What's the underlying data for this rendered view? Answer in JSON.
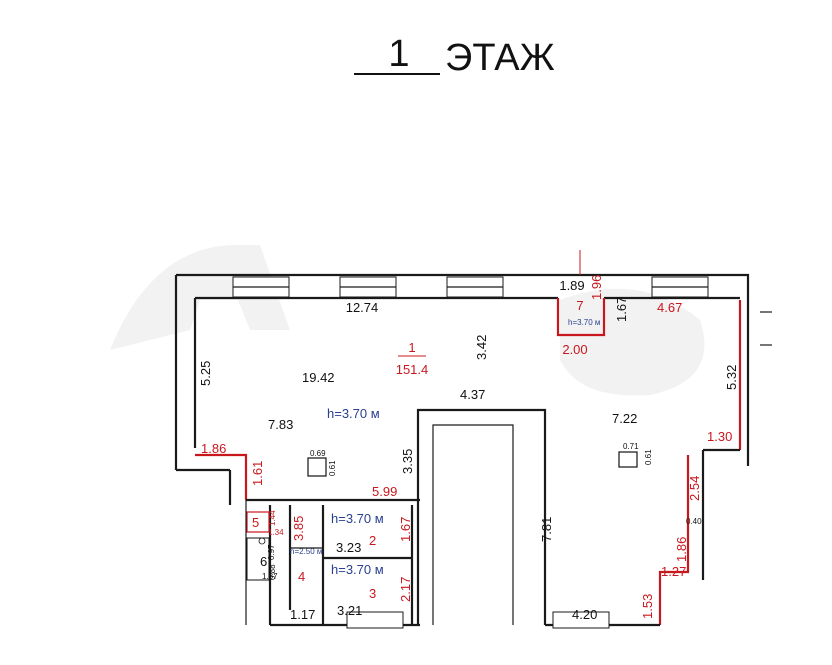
{
  "title": {
    "number": "1",
    "word": "ЭТАЖ"
  },
  "rooms": {
    "main": {
      "number": "1",
      "area": "151.4",
      "height": "h=3.70 м"
    },
    "r2": {
      "number": "2",
      "height": "h=3.70 м"
    },
    "r3": {
      "number": "3",
      "height": "h=3.70 м"
    },
    "r4": {
      "number": "4",
      "height": "h=2.50 м"
    },
    "r5": {
      "number": "5"
    },
    "r6": {
      "number": "6"
    },
    "r7": {
      "number": "7",
      "height": "h=3.70 м"
    }
  },
  "dimensions": {
    "top_wall": "12.74",
    "left_wall": "5.25",
    "left_width": "19.42",
    "inner_left": "7.83",
    "mid_depth": "3.42",
    "corridor_top": "4.37",
    "corridor_side": "3.35",
    "right_width": "7.22",
    "right_wall": "5.32",
    "top_right": "4.67",
    "r7_top": "1.89",
    "r7_side": "1.96",
    "r7_right": "1.67",
    "r7_bottom": "2.00",
    "left_step": "1.86",
    "left_step_v": "1.61",
    "r2_top": "5.99",
    "r2_side": "1.67",
    "r2_bottom": "3.23",
    "r4_side": "3.85",
    "r3_side": "2.17",
    "r3_bottom": "3.21",
    "r4_bottom": "1.17",
    "corridor_len": "7.81",
    "right_step": "1.30",
    "right_side": "2.54",
    "right_small": "0.40",
    "right_low_v": "1.86",
    "right_low_h": "1.27",
    "right_bottom_v": "1.53",
    "bottom_right": "4.20",
    "column1_w": "0.69",
    "column1_h": "0.61",
    "column2_w": "0.71",
    "column2_h": "0.61",
    "r5_a": "1.44",
    "r5_b": "1.34",
    "r6_a": "0.97",
    "r6_b": "1.37",
    "r6_c": "0.88"
  }
}
